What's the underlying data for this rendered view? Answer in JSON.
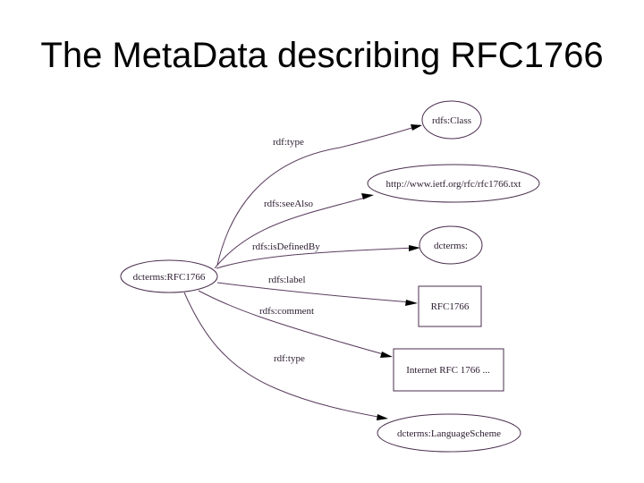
{
  "slide": {
    "title": "The MetaData describing RFC1766"
  },
  "graph": {
    "source": {
      "id": "src",
      "label": "dcterms:RFC1766",
      "shape": "ellipse"
    },
    "nodes": [
      {
        "id": "n0",
        "label": "rdfs:Class",
        "shape": "ellipse"
      },
      {
        "id": "n1",
        "label": "http://www.ietf.org/rfc/rfc1766.txt",
        "shape": "ellipse"
      },
      {
        "id": "n2",
        "label": "dcterms:",
        "shape": "ellipse"
      },
      {
        "id": "n3",
        "label": "RFC1766",
        "shape": "box"
      },
      {
        "id": "n4",
        "label": "Internet RFC 1766 ...",
        "shape": "box"
      },
      {
        "id": "n5",
        "label": "dcterms:LanguageScheme",
        "shape": "ellipse"
      }
    ],
    "edges": [
      {
        "from": "src",
        "to": "n0",
        "label": "rdf:type"
      },
      {
        "from": "src",
        "to": "n1",
        "label": "rdfs:seeAlso"
      },
      {
        "from": "src",
        "to": "n2",
        "label": "rdfs:isDefinedBy"
      },
      {
        "from": "src",
        "to": "n3",
        "label": "rdfs:label"
      },
      {
        "from": "src",
        "to": "n4",
        "label": "rdfs:comment"
      },
      {
        "from": "src",
        "to": "n5",
        "label": "rdf:type"
      }
    ],
    "colors": {
      "line": "#5a3c5e",
      "text": "#2a1a2e",
      "arrow": "#000000"
    }
  }
}
